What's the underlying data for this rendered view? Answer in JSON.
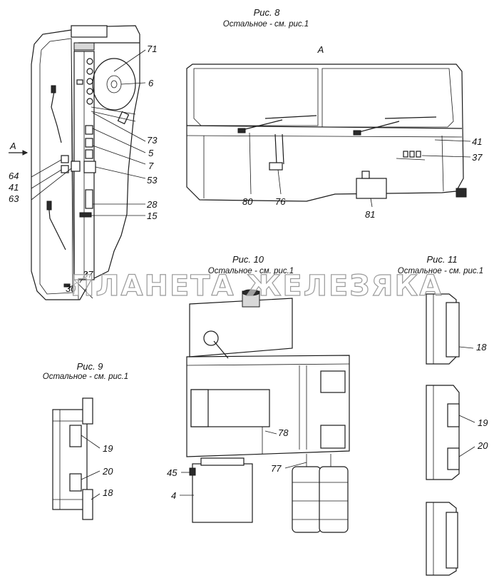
{
  "figures": {
    "fig8": {
      "title": "Рис. 8",
      "subtitle": "Остальное - см. рис.1",
      "view_label": "A"
    },
    "fig9": {
      "title": "Рис. 9",
      "subtitle": "Остальное - см. рис.1"
    },
    "fig10": {
      "title": "Рис. 10",
      "subtitle": "Остальное - см. рис.1"
    },
    "fig11": {
      "title": "Рис. 11",
      "subtitle": "Остальное - см. рис.1"
    }
  },
  "side_view": {
    "arrow_label": "A"
  },
  "callouts": {
    "c71": "71",
    "c6": "6",
    "c73": "73",
    "c5": "5",
    "c7": "7",
    "c53": "53",
    "c64": "64",
    "c41a": "41",
    "c63": "63",
    "c28": "28",
    "c15": "15",
    "c37a": "37",
    "c30": "30",
    "c41b": "41",
    "c37b": "37",
    "c80": "80",
    "c76": "76",
    "c81": "81",
    "c19a": "19",
    "c20a": "20",
    "c18a": "18",
    "c78": "78",
    "c45": "45",
    "c77": "77",
    "c4": "4",
    "c18b": "18",
    "c19b": "19",
    "c20b": "20"
  },
  "watermark": "ПЛАНЕТА ЖЕЛЕЗЯКА"
}
